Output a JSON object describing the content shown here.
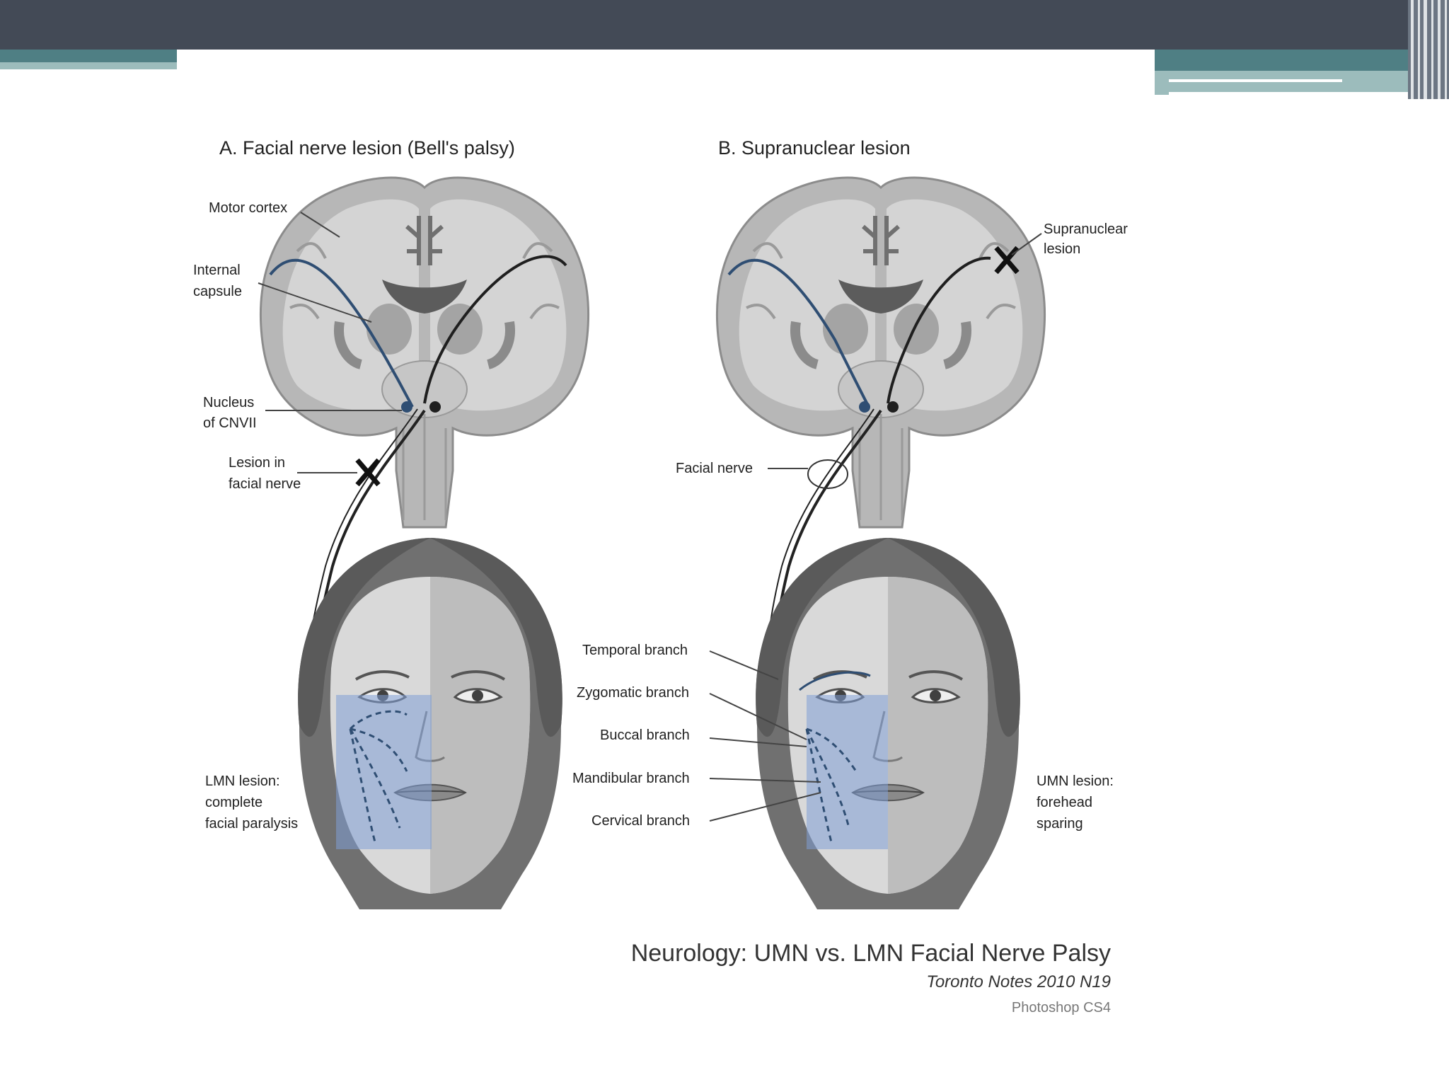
{
  "panel_a": {
    "title": "A. Facial nerve lesion (Bell's palsy)",
    "labels": {
      "motor_cortex": "Motor cortex",
      "internal_capsule_1": "Internal",
      "internal_capsule_2": "capsule",
      "nucleus_1": "Nucleus",
      "nucleus_2": "of CNVII",
      "lesion_1": "Lesion in",
      "lesion_2": "facial nerve",
      "result_1": "LMN lesion:",
      "result_2": "complete",
      "result_3": "facial paralysis"
    }
  },
  "panel_b": {
    "title": "B. Supranuclear lesion",
    "labels": {
      "supranuclear_1": "Supranuclear",
      "supranuclear_2": "lesion",
      "facial_nerve": "Facial nerve",
      "result_1": "UMN lesion:",
      "result_2": "forehead",
      "result_3": "sparing"
    }
  },
  "branches": {
    "temporal": "Temporal branch",
    "zygomatic": "Zygomatic branch",
    "buccal": "Buccal branch",
    "mandibular": "Mandibular branch",
    "cervical": "Cervical branch"
  },
  "caption": {
    "title": "Neurology: UMN vs. LMN Facial Nerve Palsy",
    "source": "Toronto Notes 2010 N19",
    "software": "Photoshop CS4"
  },
  "colors": {
    "slide_top_bar": "#434a56",
    "slide_teal": "#4f7f84",
    "slide_teal_light": "#9cbcbc",
    "brain_gray": "#b4b4b4",
    "nerve_blue": "#2f4e73",
    "paralysis_overlay": "#7f9fd6"
  }
}
